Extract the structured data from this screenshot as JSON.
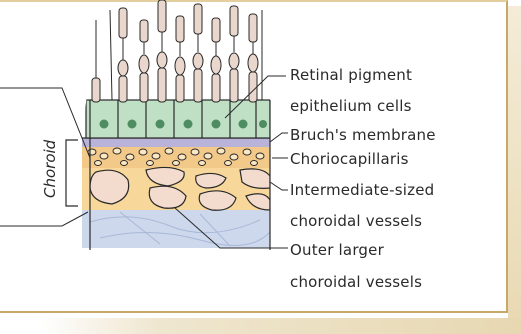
{
  "labels": {
    "rpe_line1": "Retinal pigment",
    "rpe_line2": "epithelium cells",
    "bruch": "Bruch's membrane",
    "choriocapillaris": "Choriocapillaris",
    "intermediate_line1": "Intermediate-sized",
    "intermediate_line2": "choroidal vessels",
    "outer_line1": "Outer larger",
    "outer_line2": "choroidal vessels",
    "choroid": "Choroid"
  },
  "colors": {
    "frame": "#c7a869",
    "photoreceptor": "#e9d6cc",
    "rpe_cell": "#bfe0c4",
    "rpe_nucleus": "#4e8c62",
    "bruch": "#b9b3d9",
    "choriocapillaris": "#f3c98a",
    "stroma": "#f8d79a",
    "vessel": "#f3dccd",
    "sclera": "#cdd8ec"
  }
}
